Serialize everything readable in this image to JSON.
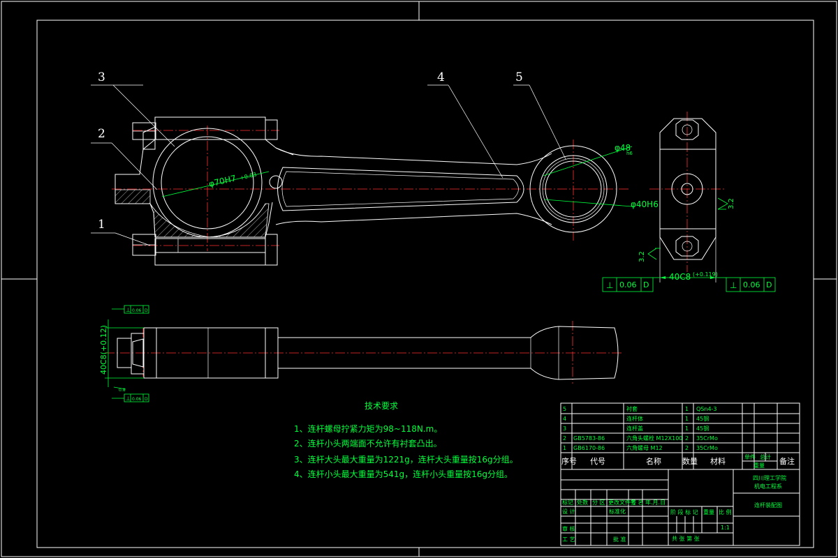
{
  "part_labels": [
    "1",
    "2",
    "3",
    "4",
    "5"
  ],
  "dimensions": {
    "big_bore": "φ70H7",
    "big_bore_tol": "+0.03",
    "small_end_outer": "φ48",
    "small_end_outer_sub": "h6",
    "small_end_bore": "φ40H6",
    "side_width": "40C8",
    "side_width_tol": "(+0.119)",
    "front_width": "40C8(+0.12)",
    "roughness_left": "3.2",
    "roughness_right": "3.2",
    "fcf_left": [
      "⊥",
      "0.06",
      "D"
    ],
    "fcf_right": [
      "⊥",
      "0.06",
      "D"
    ],
    "fcf_small_top": [
      "⊥",
      "0.06",
      "D"
    ],
    "fcf_small_bottom": [
      "⊥",
      "0.06",
      "D"
    ],
    "surface_mark": "0.8"
  },
  "tech_req": {
    "title": "技术要求",
    "items": [
      "1、连杆螺母拧紧力矩为98~118N.m。",
      "2、连杆小头两端面不允许有衬套凸出。",
      "3、连杆大头最大重量为1221g，连杆大头重量按16g分组。",
      "4、连杆小头最大重量为541g，连杆小头重量按16g分组。"
    ]
  },
  "bom": {
    "rows": [
      {
        "no": "5",
        "code": "",
        "name": "衬套",
        "qty": "1",
        "material": "QSn4-3"
      },
      {
        "no": "4",
        "code": "",
        "name": "连杆体",
        "qty": "1",
        "material": "45钢"
      },
      {
        "no": "3",
        "code": "",
        "name": "连杆盖",
        "qty": "1",
        "material": "45钢"
      },
      {
        "no": "2",
        "code": "GB5783-86",
        "name": "六角头螺栓 M12X100",
        "qty": "2",
        "material": "35CrMo"
      },
      {
        "no": "1",
        "code": "GB6170-86",
        "name": "六角螺母 M12",
        "qty": "2",
        "material": "35CrMo"
      }
    ],
    "header": {
      "no": "序号",
      "code": "代号",
      "name": "名称",
      "qty": "数量",
      "material": "材料",
      "unit": "单件",
      "total": "总计",
      "weight": "重量",
      "remark": "备注"
    }
  },
  "title_block": {
    "school_line1": "四川理工学院",
    "school_line2": "机电工程系",
    "drawing_name": "连杆装配图",
    "mark": "标记",
    "count": "处数",
    "zone": "分 区",
    "doc": "更改文件号",
    "sign": "签 名",
    "date": "年.月.日",
    "design": "设 计",
    "standard": "标准化",
    "stage": "阶 段 标 记",
    "weight": "重量",
    "scale": "比 例",
    "scale_value": "1:1",
    "check": "审 核",
    "process": "工 艺",
    "approve": "批 准",
    "sheets": "共    张  第    张"
  }
}
